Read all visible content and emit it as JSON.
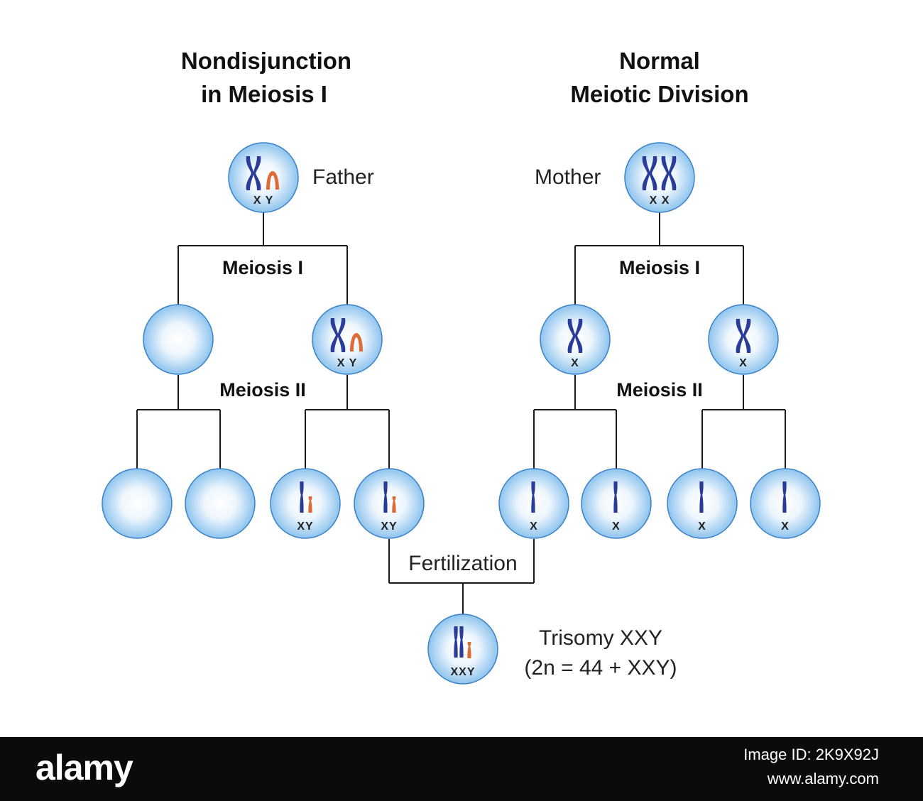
{
  "titles": {
    "left_line1": "Nondisjunction",
    "left_line2": "in Meiosis I",
    "right_line1": "Normal",
    "right_line2": "Meiotic Division"
  },
  "parents": {
    "father": {
      "label": "Father",
      "chromosomes": "X Y"
    },
    "mother": {
      "label": "Mother",
      "chromosomes": "X X"
    }
  },
  "stages": {
    "meiosis_i_left": "Meiosis I",
    "meiosis_i_right": "Meiosis I",
    "meiosis_ii_left": "Meiosis II",
    "meiosis_ii_right": "Meiosis II"
  },
  "meiosis_i_cells": {
    "father_empty": "",
    "father_xy": "X Y",
    "mother_x1": "X",
    "mother_x2": "X"
  },
  "gametes": {
    "father_1": "",
    "father_2": "",
    "father_3": "XY",
    "father_4": "XY",
    "mother_1": "X",
    "mother_2": "X",
    "mother_3": "X",
    "mother_4": "X"
  },
  "fertilization": {
    "label": "Fertilization"
  },
  "zygote": {
    "chromosomes": "XXY",
    "result_line1": "Trisomy XXY",
    "result_line2": "(2n = 44 + XXY)"
  },
  "colors": {
    "x_chromosome": "#2a3c9a",
    "y_chromosome": "#e06a35",
    "cell_center": "#ffffff",
    "cell_edge": "#8ec4ee",
    "cell_border": "#3a82c8",
    "footer_bg": "#0b0b0b"
  },
  "watermark": {
    "brand": "alamy",
    "image_id": "Image ID: 2K9X92J",
    "url": "www.alamy.com"
  }
}
